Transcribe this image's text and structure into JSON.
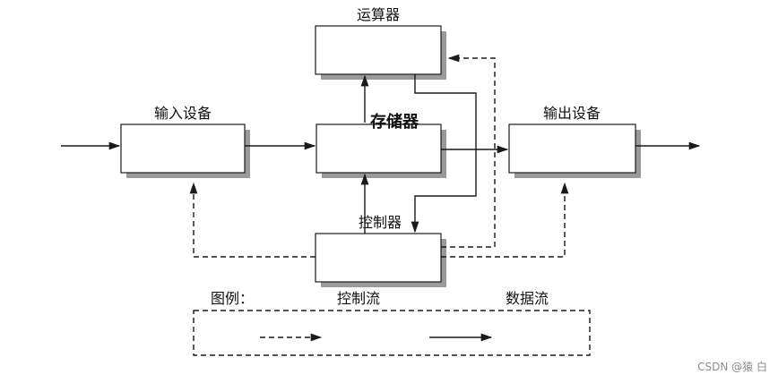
{
  "diagram": {
    "nodes": {
      "alu": "运算器",
      "input": "输入设备",
      "memory": "存储器",
      "output": "输出设备",
      "control": "控制器"
    },
    "legend": {
      "title": "图例：",
      "control_flow": "控制流",
      "data_flow": "数据流"
    }
  },
  "watermark": "CSDN @猿 白",
  "colors": {
    "line": "#1a1a1a",
    "shadow": "#9a9a9a",
    "background": "#ffffff"
  }
}
